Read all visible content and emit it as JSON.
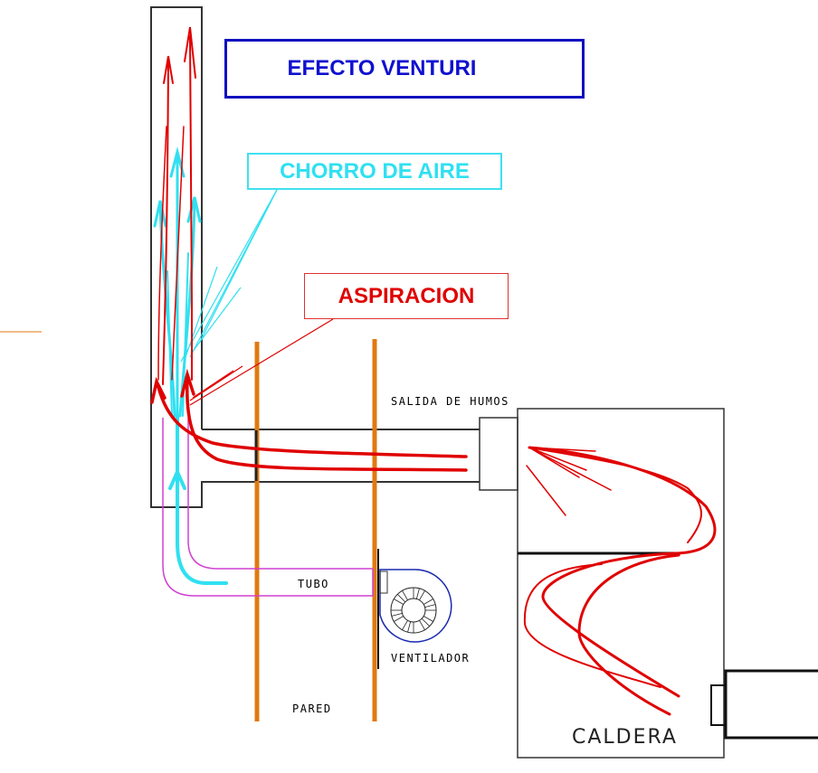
{
  "labels": {
    "title": "EFECTO VENTURI",
    "air_jet": "CHORRO DE AIRE",
    "aspiration": "ASPIRACION",
    "flue_outlet": "SALIDA DE HUMOS",
    "tube": "TUBO",
    "fan": "VENTILADOR",
    "wall": "PARED",
    "boiler": "CALDERA"
  },
  "colors": {
    "title": "#1010d0",
    "air_jet": "#30e0f0",
    "smoke": "#e00000",
    "wall": "#e07a10",
    "tube": "#d040d0",
    "fan": "#1a2ab0",
    "outline": "#333333"
  },
  "icons": [
    "fan-rotor-icon"
  ]
}
